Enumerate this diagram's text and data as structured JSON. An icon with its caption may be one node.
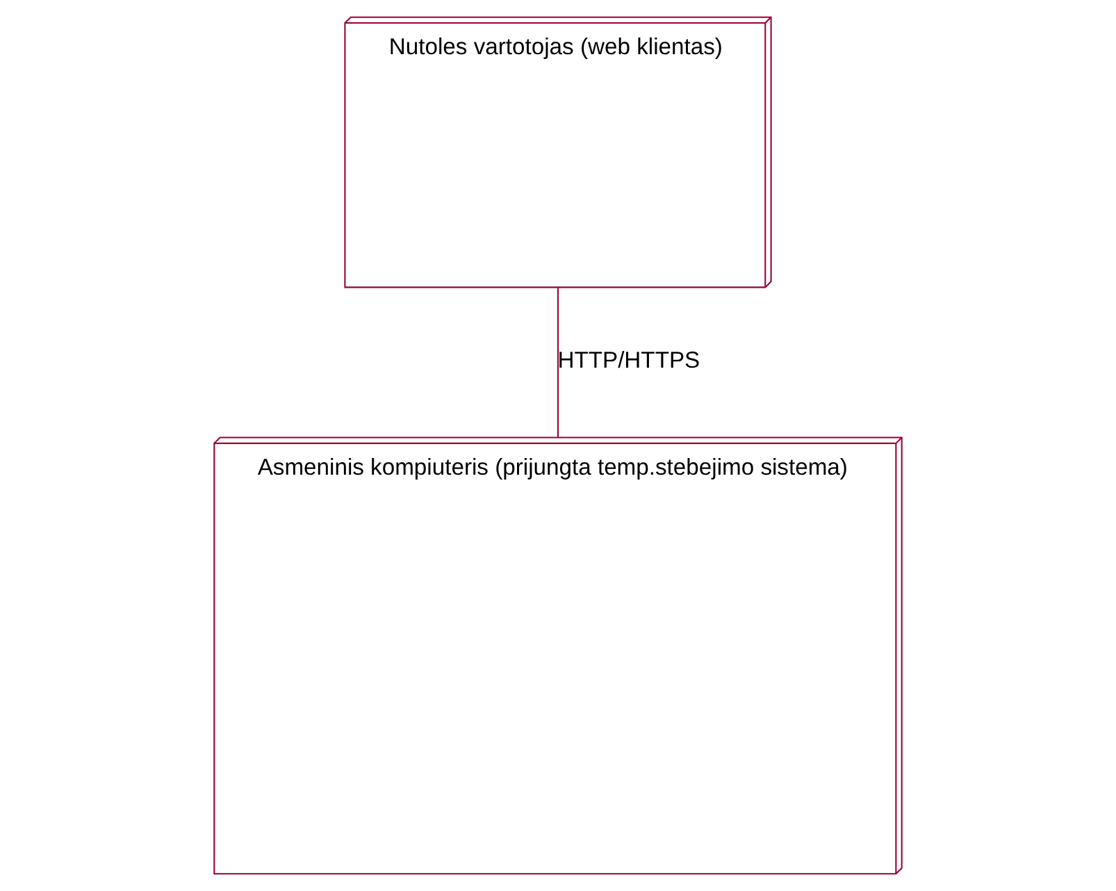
{
  "diagram": {
    "nodes": [
      {
        "text": [
          "Nutoles vartotojas (web klientas)"
        ]
      },
      {
        "text": [
          "Asmeninis kompiuteris (prijungta temp.stebejimo sistema)"
        ]
      }
    ],
    "edges": [
      {
        "from": 0,
        "to": 1,
        "arrow": "none",
        "label": "HTTP/HTTPS"
      }
    ]
  }
}
